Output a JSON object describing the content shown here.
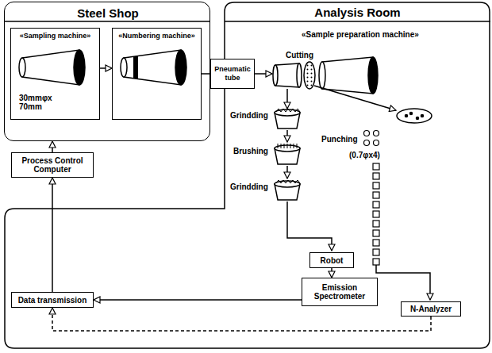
{
  "diagram": {
    "nodes": [
      {
        "text": [
          "Steel Shop"
        ]
      },
      {
        "text": [
          "«Sampling machine»",
          "30mmφx 70mm"
        ],
        "in": 0
      },
      {
        "text": [
          "«Numbering machine»"
        ],
        "in": 0
      },
      {
        "text": [
          "Pneumatic tube"
        ]
      },
      {
        "text": [
          "Analysis Room"
        ]
      },
      {
        "text": [
          "Robot"
        ],
        "in": 4
      },
      {
        "text": [
          "Emission Spectrometer"
        ],
        "in": 4
      },
      {
        "text": [
          "N-Analyzer"
        ],
        "in": 4
      },
      {
        "text": [
          "Process Control Computer"
        ]
      },
      {
        "text": [
          "Data transmission"
        ],
        "in": 4
      }
    ],
    "edges": [
      {
        "from": 1,
        "to": 2,
        "arrow": "to"
      },
      {
        "from": 2,
        "to": 3,
        "arrow": "none"
      },
      {
        "from": 5,
        "to": 6,
        "arrow": "to"
      },
      {
        "from": 6,
        "to": 9,
        "arrow": "to"
      },
      {
        "from": 7,
        "to": 9,
        "arrow": "to"
      },
      {
        "from": 9,
        "to": 8,
        "arrow": "to"
      },
      {
        "from": 8,
        "to": 0,
        "arrow": "to"
      }
    ],
    "labels": [
      "«Sample preparation machine»",
      "Cutting",
      "Grindding",
      "Brushing",
      "Grindding",
      "Punching",
      "(0.7φx4)"
    ]
  }
}
